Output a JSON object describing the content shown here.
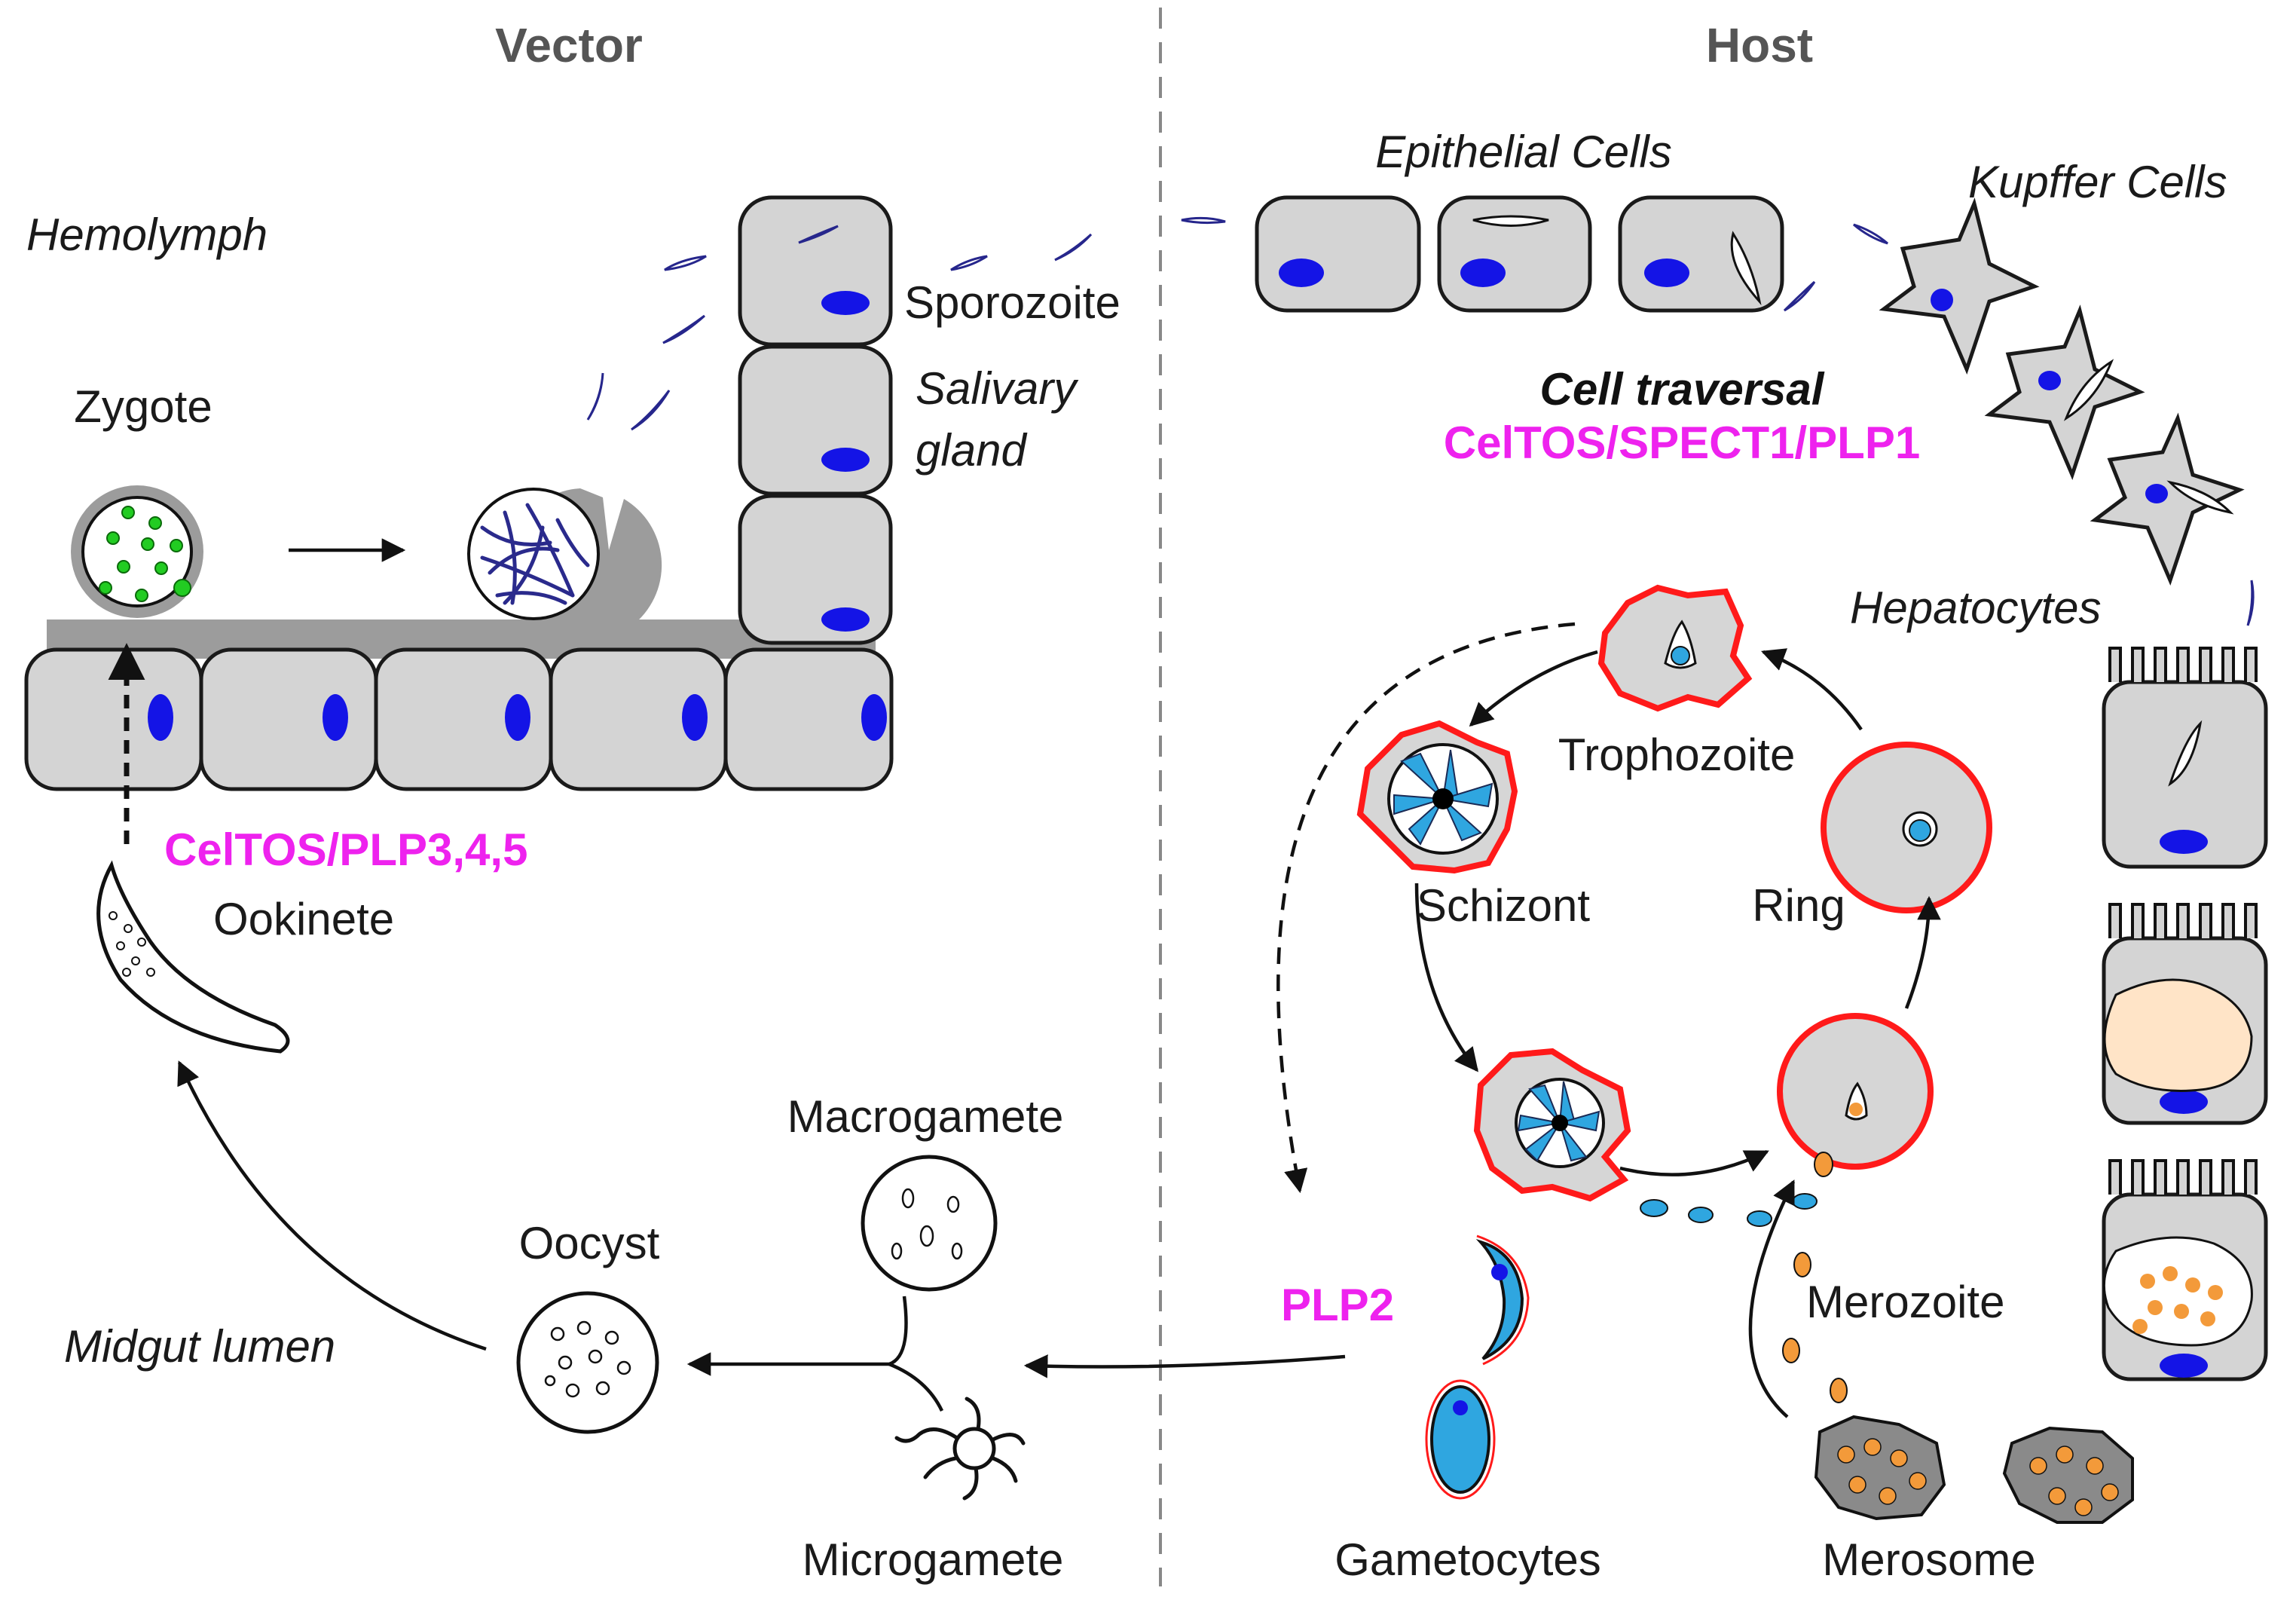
{
  "headers": {
    "vector": "Vector",
    "host": "Host"
  },
  "labels": {
    "hemolymph": "Hemolymph",
    "zygote": "Zygote",
    "sporozoite": "Sporozoite",
    "salivary_line1": "Salivary",
    "salivary_line2": "gland",
    "ookinete": "Ookinete",
    "oocyst": "Oocyst",
    "midgut_lumen": "Midgut lumen",
    "macrogamete": "Macrogamete",
    "microgamete": "Microgamete",
    "epithelial_cells": "Epithelial Cells",
    "kupffer_cells": "Kupffer Cells",
    "hepatocytes": "Hepatocytes",
    "cell_traversal": "Cell traversal",
    "trophozoite": "Trophozoite",
    "schizont": "Schizont",
    "ring": "Ring",
    "merozoite": "Merozoite",
    "merosome": "Merosome",
    "gametocytes": "Gametocytes"
  },
  "proteins": {
    "ookinete_proteins": "CelTOS/PLP3,4,5",
    "traversal_proteins": "CelTOS/SPECT1/PLP1",
    "gametocyte_proteins": "PLP2"
  },
  "colors": {
    "protein_text": "#ee22ee",
    "header_text": "#555555",
    "cell_fill": "#d4d4d4",
    "nucleus": "#1414e6",
    "rbc_outline": "#ff1a1a",
    "zygote_dots": "#22cc22",
    "merozoite": "#f39a3a",
    "gametocyte": "#2fa6e0"
  }
}
